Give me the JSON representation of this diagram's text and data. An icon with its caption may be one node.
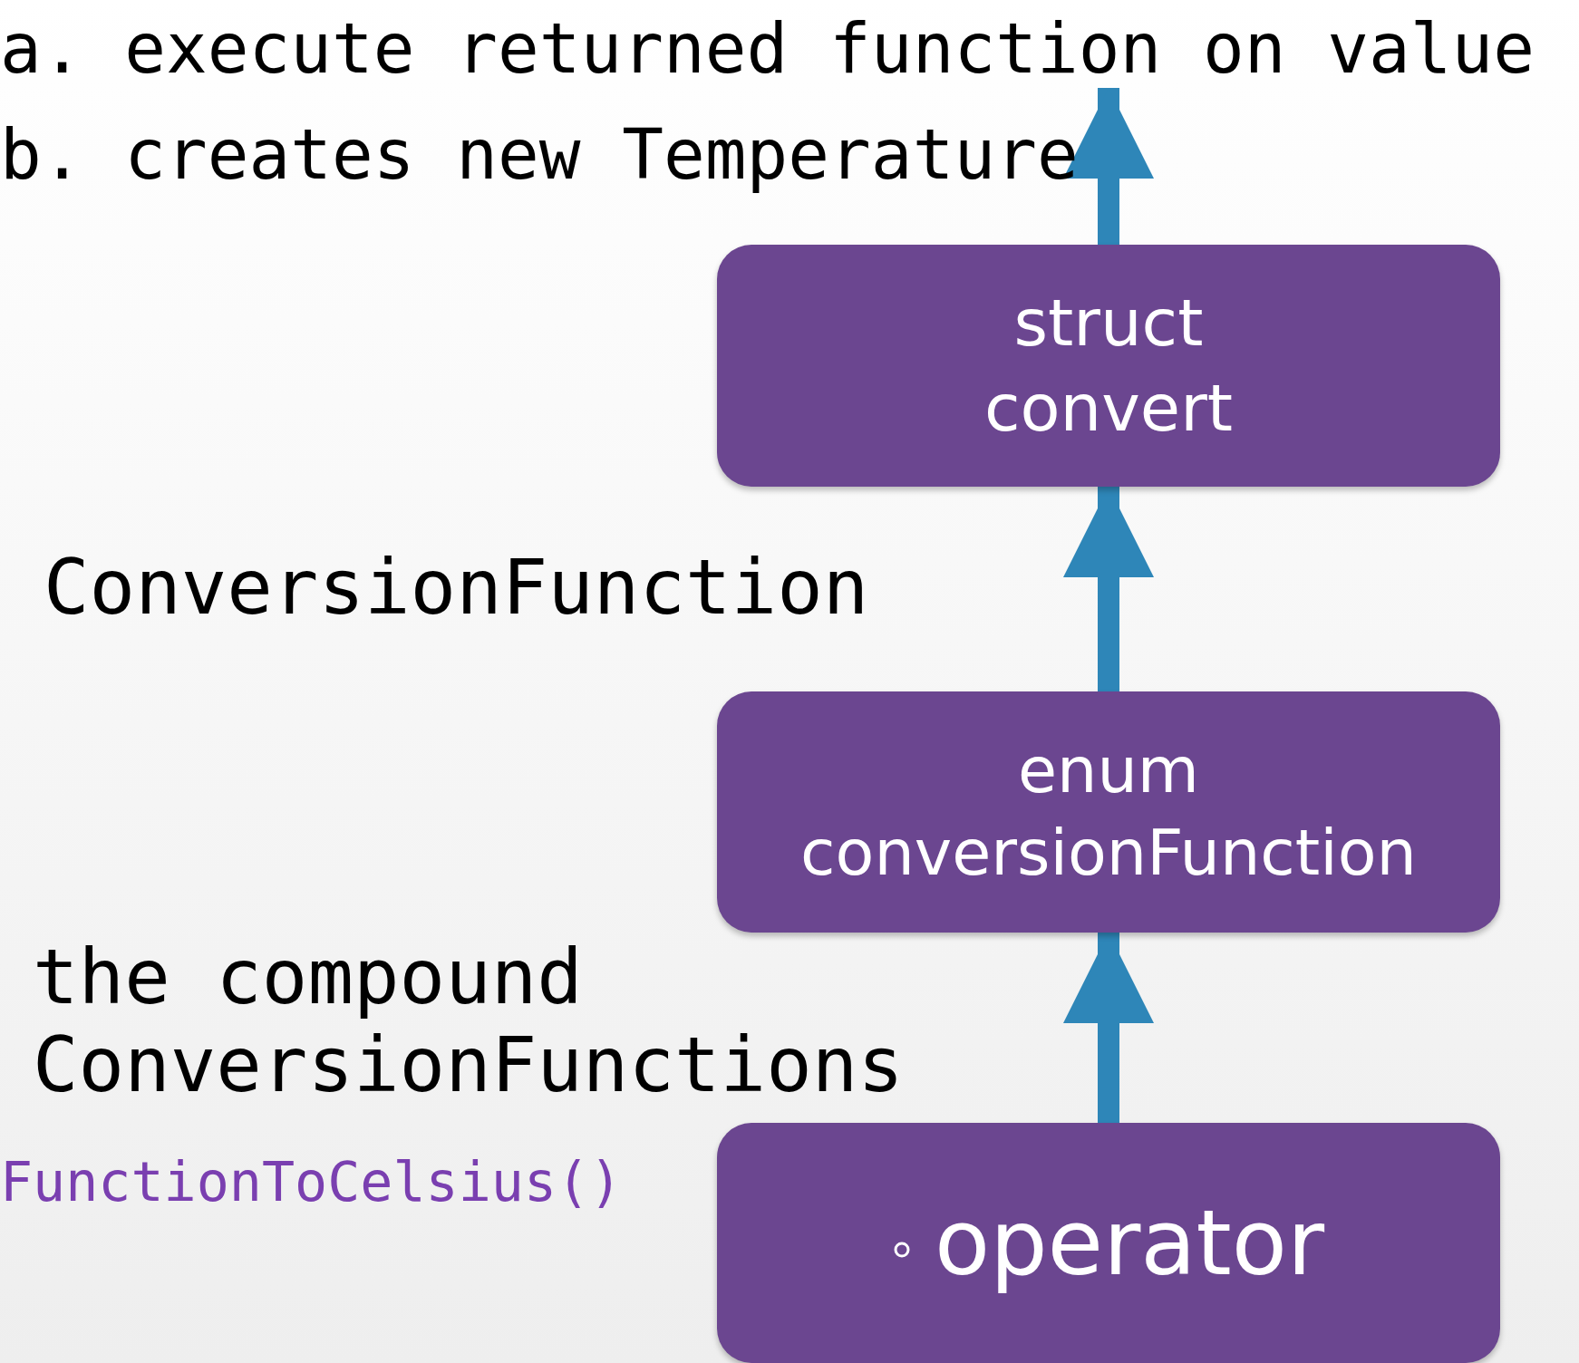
{
  "diagram": {
    "nodes": [
      {
        "text": [
          "a. execute returned function on value"
        ]
      },
      {
        "text": [
          "struct convert"
        ]
      },
      {
        "text": [
          "enum conversionFunction"
        ]
      },
      {
        "text": [
          "operator"
        ]
      }
    ],
    "edges": [
      {
        "from": 1,
        "to": 0,
        "arrow": "to"
      },
      {
        "from": 2,
        "to": 1,
        "arrow": "to"
      },
      {
        "from": 3,
        "to": 2,
        "arrow": "to"
      }
    ],
    "labels": [
      "b. creates new Temperature",
      "ConversionFunction",
      "the compound ConversionFunctions",
      "FunctionToCelsius()"
    ]
  }
}
